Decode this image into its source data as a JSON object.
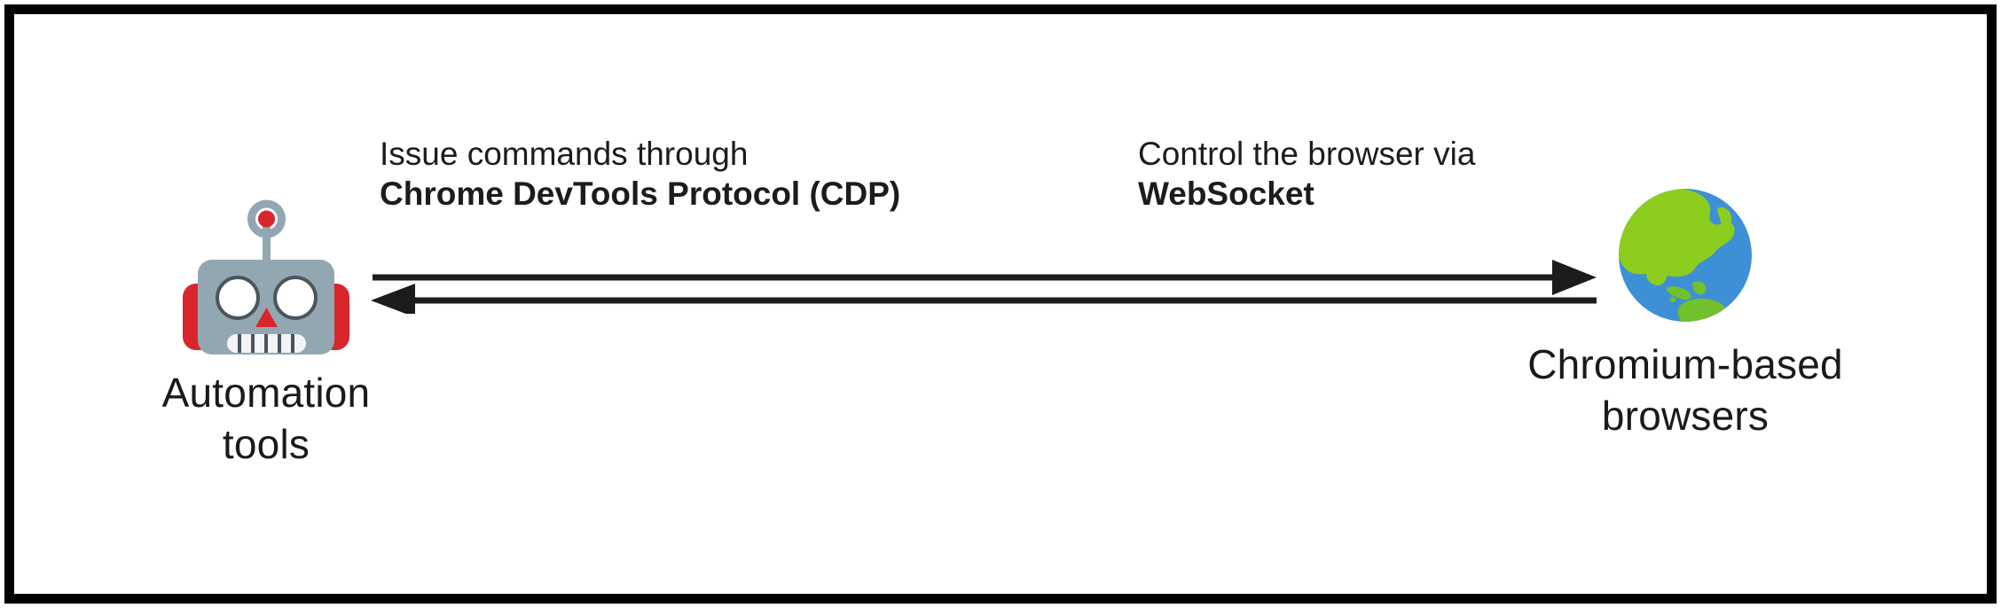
{
  "diagram": {
    "type": "two-node-bidirectional-flow",
    "background_color": "#ffffff",
    "border_color": "#000000",
    "text_color": "#1c1c1c",
    "arrow_color": "#1c1c1c",
    "nodes": [
      {
        "id": "automation-tools",
        "icon": "robot-icon",
        "icon_emoji": "robot",
        "label": "Automation\ntools",
        "colors": {
          "head": "#93a7b3",
          "ear": "#d9262c",
          "antenna": "#d9262c",
          "eye": "#ffffff",
          "nose": "#d9262c",
          "mouth": "#f2f2f2"
        }
      },
      {
        "id": "chromium-based-browsers",
        "icon": "globe-icon",
        "icon_emoji": "globe-asia-australia",
        "label": "Chromium-based\nbrowsers",
        "colors": {
          "ocean": "#3d8fd6",
          "land": "#8ccd1e",
          "land_alt": "#72c02c"
        }
      }
    ],
    "edges": [
      {
        "id": "cdp-edge",
        "direction": "left-to-right",
        "label_line1": "Issue commands through",
        "label_line2": "Chrome DevTools Protocol (CDP)",
        "arrowhead": "right"
      },
      {
        "id": "websocket-edge",
        "direction": "right-to-left",
        "label_line1": "Control the browser via",
        "label_line2": "WebSocket",
        "arrowhead": "left"
      }
    ]
  }
}
